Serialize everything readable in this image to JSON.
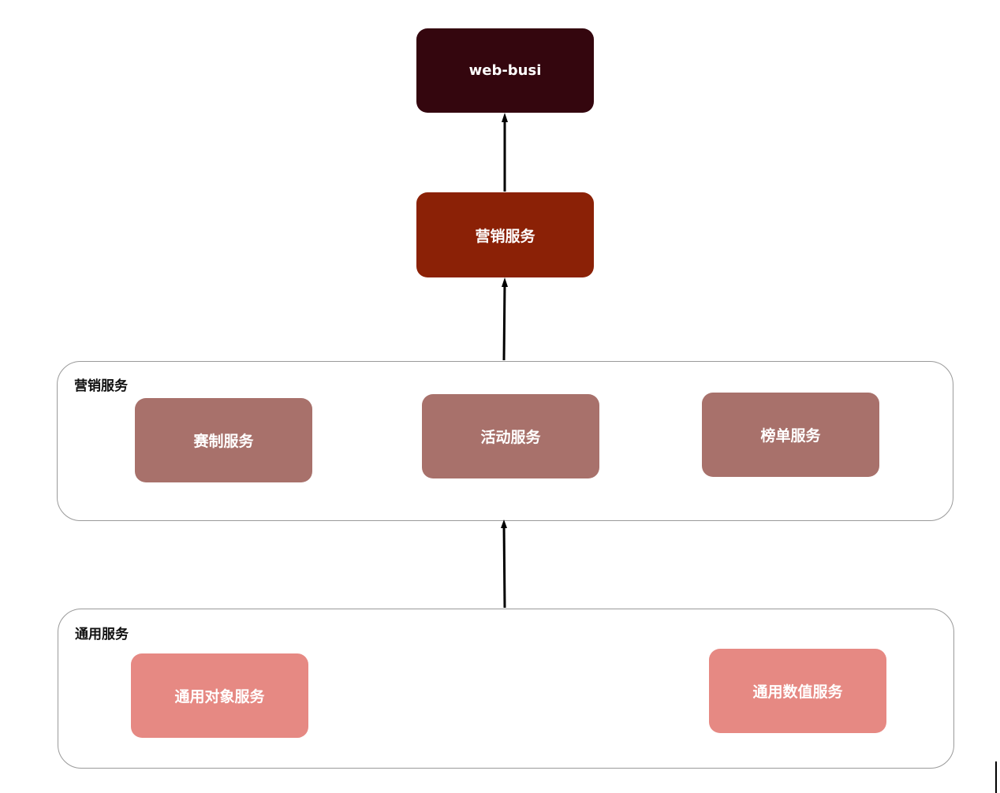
{
  "colors": {
    "web_busi": "#34060e",
    "marketing_top": "#8b2106",
    "marketing_sub": "#a8716b",
    "common_sub": "#e68983",
    "group_border": "#9a9a9a",
    "arrow": "#000000"
  },
  "nodes": {
    "web_busi": "web-busi",
    "marketing": "营销服务"
  },
  "groups": {
    "marketing": {
      "label": "营销服务",
      "items": [
        "赛制服务",
        "活动服务",
        "榜单服务"
      ]
    },
    "common": {
      "label": "通用服务",
      "items": [
        "通用对象服务",
        "通用数值服务"
      ]
    }
  }
}
